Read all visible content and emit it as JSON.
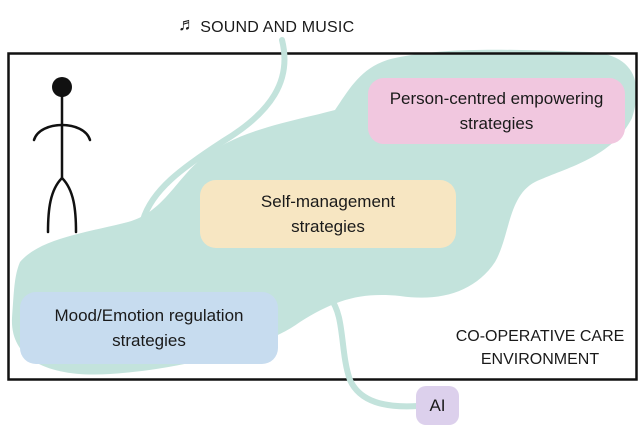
{
  "header": {
    "sound_label": "SOUND AND MUSIC",
    "music_icon": "music-note-icon"
  },
  "boxes": {
    "person_centred": "Person-centred empowering strategies",
    "self_management": "Self-management strategies",
    "mood_emotion": "Mood/Emotion regulation strategies",
    "ai": "AI"
  },
  "environment": {
    "line1": "CO-OPERATIVE CARE",
    "line2": "ENVIRONMENT"
  },
  "colors": {
    "blob": "#c3e3dc",
    "pink": "#f1c7df",
    "yellow": "#f7e6c2",
    "blue": "#c7dcef",
    "purple": "#dcd0ec",
    "frame": "#111111"
  }
}
